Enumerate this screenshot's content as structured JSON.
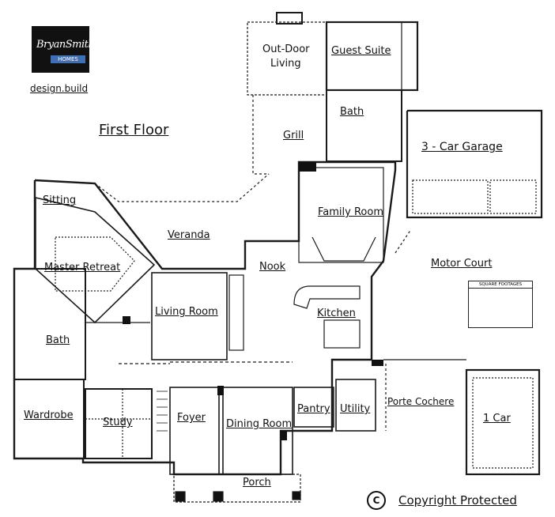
{
  "brand": {
    "logo_text": "BryanSmith",
    "logo_sub": "HOMES",
    "tagline": "design.build"
  },
  "floor_title": "First Floor",
  "rooms": {
    "outdoor_living_1": "Out-Door",
    "outdoor_living_2": "Living",
    "guest_suite": "Guest Suite",
    "bath_upper": "Bath",
    "grill": "Grill",
    "garage_3car": "3 - Car Garage",
    "sitting": "Sitting",
    "veranda": "Veranda",
    "family_room": "Family Room",
    "master_retreat": "Master Retreat",
    "nook": "Nook",
    "motor_court": "Motor Court",
    "living_room": "Living Room",
    "kitchen": "Kitchen",
    "bath_master": "Bath",
    "wardrobe": "Wardrobe",
    "study": "Study",
    "foyer": "Foyer",
    "dining_room": "Dining Room",
    "pantry": "Pantry",
    "utility": "Utility",
    "porte_cochere": "Porte Cochere",
    "car_1": "1 Car",
    "porch": "Porch"
  },
  "square_footage_table": {
    "header": "SQUARE FOOTAGES"
  },
  "copyright": {
    "symbol": "C",
    "text": "Copyright Protected"
  },
  "colors": {
    "line": "#1a1a1a",
    "wall_fill": "#111111",
    "logo_bg": "#111111",
    "logo_accent": "#3f6fb4",
    "background": "#ffffff"
  }
}
